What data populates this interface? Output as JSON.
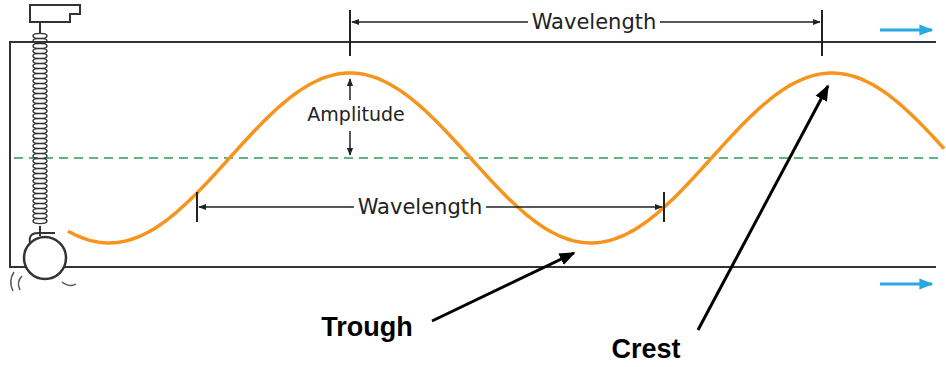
{
  "diagram": {
    "labels": [
      "Wavelength",
      "Amplitude",
      "Wavelength",
      "Trough",
      "Crest"
    ]
  }
}
